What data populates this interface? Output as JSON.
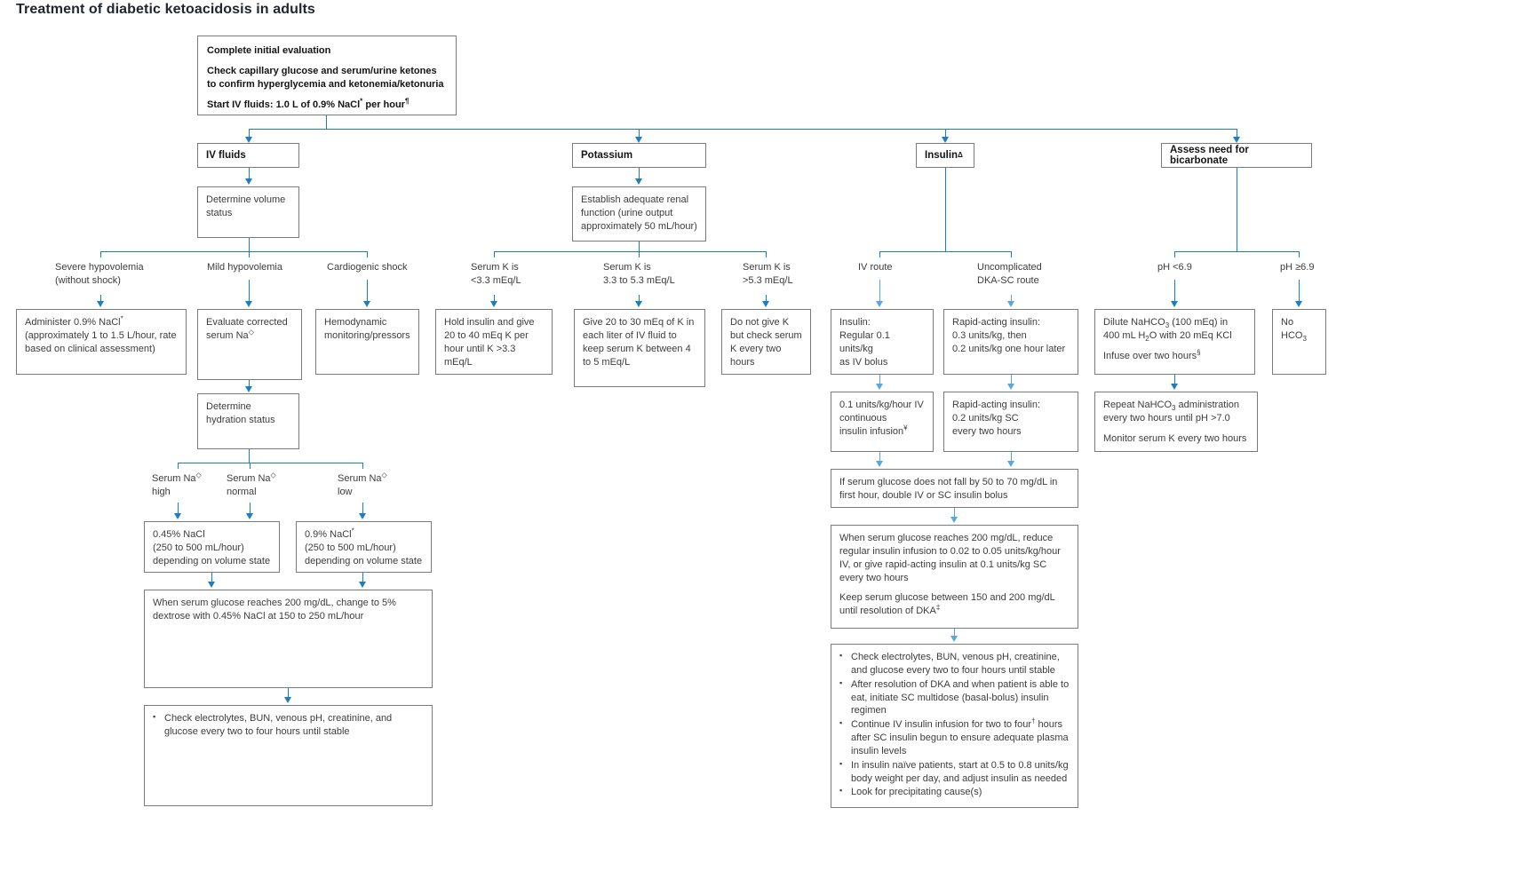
{
  "title": "Treatment of diabetic ketoacidosis in adults",
  "colors": {
    "connector_blue": "#1b7ec2",
    "connector_blue_light": "#5aa7d9",
    "box_border_gray": "#7b7b7b",
    "body_text": "#3c3c3c",
    "heading_text": "#141414"
  },
  "initial_evaluation": {
    "line1": "Complete initial evaluation",
    "line2": "Check capillary glucose and serum/urine ketones to confirm hyperglycemia and ketonemia/ketonuria",
    "line3": [
      {
        "t": "Start IV fluids: 1.0 L of 0.9% NaCl"
      },
      {
        "sup": "*"
      },
      {
        "t": " per hour"
      },
      {
        "sup": "¶"
      }
    ]
  },
  "columns": {
    "iv_fluids": {
      "header": "IV fluids",
      "determine_volume": "Determine volume status",
      "label_severe": [
        "Severe hypovolemia",
        "(without shock)"
      ],
      "label_mild": "Mild hypovolemia",
      "label_cardiogenic": "Cardiogenic shock",
      "administer": [
        {
          "t": "Administer 0.9% NaCl"
        },
        {
          "sup": "*"
        },
        {
          "t": " (approximately 1 to 1.5 L/hour, rate based on clinical assessment)"
        }
      ],
      "evaluate": [
        {
          "t": "Evaluate corrected serum Na"
        },
        {
          "sup": "◇"
        }
      ],
      "hemodynamic": "Hemodynamic monitoring/pressors",
      "determine_hydration": "Determine hydration status",
      "label_na_high": {
        "line1": [
          {
            "t": "Serum Na"
          },
          {
            "sup": "◇"
          }
        ],
        "line2": "high"
      },
      "label_na_normal": {
        "line1": [
          {
            "t": "Serum Na"
          },
          {
            "sup": "◇"
          }
        ],
        "line2": "normal"
      },
      "label_na_low": {
        "line1": [
          {
            "t": "Serum Na"
          },
          {
            "sup": "◇"
          }
        ],
        "line2": "low"
      },
      "nacl_045": {
        "line1": "0.45% NaCl",
        "line2": "(250 to 500 mL/hour)",
        "line3": "depending on volume state"
      },
      "nacl_09": {
        "line1": [
          {
            "t": "0.9% NaCl"
          },
          {
            "sup": "*"
          }
        ],
        "line2": "(250 to 500 mL/hour)",
        "line3": "depending on volume state"
      },
      "dextrose": "When serum glucose reaches 200 mg/dL, change to 5% dextrose with 0.45% NaCl at 150 to 250 mL/hour",
      "monitoring_bullets": [
        "Check electrolytes, BUN, venous pH, creatinine, and glucose every two to four hours until stable"
      ]
    },
    "potassium": {
      "header": "Potassium",
      "renal": "Establish adequate renal function (urine output approximately 50 mL/hour)",
      "label_k_low": [
        "Serum K is",
        "<3.3 mEq/L"
      ],
      "label_k_mid": [
        "Serum K is",
        "3.3 to 5.3 mEq/L"
      ],
      "label_k_high": [
        "Serum K is",
        ">5.3 mEq/L"
      ],
      "hold_insulin": "Hold insulin and give 20 to 40 mEq K per hour until K >3.3 mEq/L",
      "give_k": "Give 20 to 30 mEq of K in each liter of IV fluid to keep serum K between 4 to 5 mEq/L",
      "no_k": "Do not give K but check serum K every two hours"
    },
    "insulin": {
      "header": [
        {
          "t": "Insulin"
        },
        {
          "sup": "Δ"
        }
      ],
      "label_iv_route": "IV route",
      "label_sc_route": [
        "Uncomplicated",
        "DKA-SC route"
      ],
      "iv_bolus": {
        "line1": "Insulin:",
        "line2": "Regular 0.1 units/kg",
        "line3": "as IV bolus"
      },
      "sc_initial": {
        "line1": "Rapid-acting insulin:",
        "line2": "0.3 units/kg, then",
        "line3": "0.2 units/kg one hour later"
      },
      "iv_infusion": {
        "line1": "0.1 units/kg/hour IV",
        "line2": "continuous",
        "line3": [
          {
            "t": "insulin infusion"
          },
          {
            "sup": "¥"
          }
        ]
      },
      "sc_repeat": {
        "line1": "Rapid-acting insulin:",
        "line2": "0.2 units/kg SC",
        "line3": "every two hours"
      },
      "double_bolus": "If serum glucose does not fall by 50 to 70 mg/dL in first hour, double IV or SC insulin bolus",
      "reduce_p1": "When serum glucose reaches 200 mg/dL, reduce regular insulin infusion to 0.02 to 0.05 units/kg/hour IV, or give rapid-acting insulin at 0.1 units/kg SC every two hours",
      "reduce_p2": [
        {
          "t": "Keep serum glucose between 150 and 200 mg/dL until resolution of DKA"
        },
        {
          "sup": "‡"
        }
      ],
      "bullets": [
        "Check electrolytes, BUN, venous pH, creatinine, and glucose every two to four hours until stable",
        "After resolution of DKA and when patient is able to eat, initiate SC multidose (basal-bolus) insulin regimen",
        [
          {
            "t": "Continue IV insulin infusion for two to four"
          },
          {
            "sup": "†"
          },
          {
            "t": " hours after SC insulin begun to ensure adequate plasma insulin levels"
          }
        ],
        "In insulin naïve patients, start at 0.5 to 0.8 units/kg body weight per day, and adjust insulin as needed",
        "Look for precipitating cause(s)"
      ]
    },
    "bicarbonate": {
      "header": "Assess need for bicarbonate",
      "label_ph_low": "pH <6.9",
      "label_ph_high": "pH ≥6.9",
      "dilute_p1": [
        {
          "t": "Dilute NaHCO"
        },
        {
          "sub": "3"
        },
        {
          "t": " (100 mEq) in 400 mL H"
        },
        {
          "sub": "2"
        },
        {
          "t": "O with 20 mEq KCl"
        }
      ],
      "dilute_p2": [
        {
          "t": "Infuse over two hours"
        },
        {
          "sup": "§"
        }
      ],
      "no_hco3": [
        {
          "t": "No HCO"
        },
        {
          "sub": "3"
        }
      ],
      "repeat_p1": [
        {
          "t": "Repeat NaHCO"
        },
        {
          "sub": "3"
        },
        {
          "t": " administration every two hours until pH >7.0"
        }
      ],
      "repeat_p2": "Monitor serum K every two hours"
    }
  }
}
